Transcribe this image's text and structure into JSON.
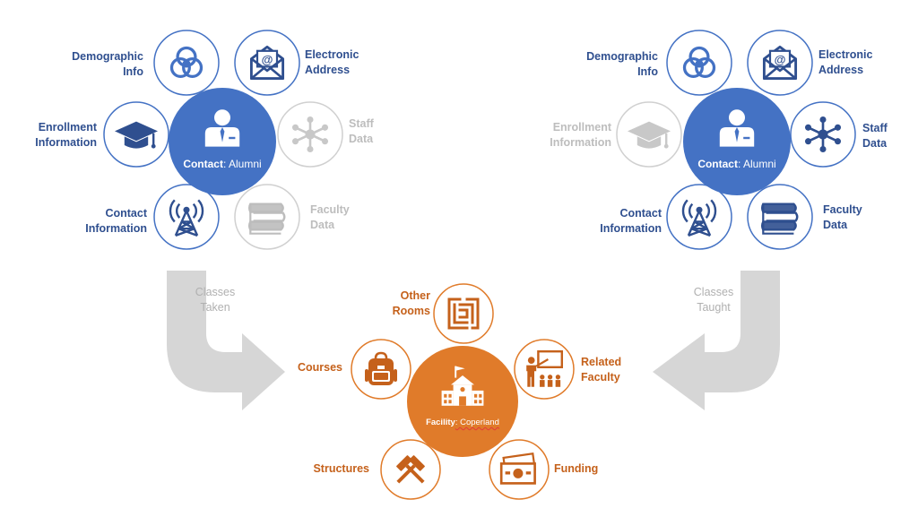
{
  "colors": {
    "blue": "#4472c4",
    "dark_blue": "#2f4f8f",
    "grey": "#bdbdbd",
    "orange": "#e07b2a",
    "dark_orange": "#c5611b",
    "arrow": "#d6d6d6"
  },
  "left_cluster": {
    "center_bold": "Contact",
    "center_rest": ": Alumni",
    "demographic": [
      "Demographic",
      "Info"
    ],
    "electronic": [
      "Electronic",
      "Address"
    ],
    "enrollment": [
      "Enrollment",
      "Information"
    ],
    "staff": [
      "Staff",
      "Data"
    ],
    "contact": [
      "Contact",
      "Information"
    ],
    "faculty": [
      "Faculty",
      "Data"
    ]
  },
  "right_cluster": {
    "center_bold": "Contact",
    "center_rest": ": Alumni",
    "demographic": [
      "Demographic",
      "Info"
    ],
    "electronic": [
      "Electronic",
      "Address"
    ],
    "enrollment": [
      "Enrollment",
      "Information"
    ],
    "staff": [
      "Staff",
      "Data"
    ],
    "contact": [
      "Contact",
      "Information"
    ],
    "faculty": [
      "Faculty",
      "Data"
    ]
  },
  "facility_cluster": {
    "center_bold": "Facility",
    "center_rest": ": Coperland",
    "other_rooms": [
      "Other",
      "Rooms"
    ],
    "courses": "Courses",
    "related_faculty": [
      "Related",
      "Faculty"
    ],
    "structures": "Structures",
    "funding": "Funding"
  },
  "flows": {
    "left": [
      "Classes",
      "Taken"
    ],
    "right": [
      "Classes",
      "Taught"
    ]
  },
  "icons": [
    "venn-icon",
    "email-icon",
    "graduation-cap-icon",
    "network-icon",
    "user-icon",
    "antenna-tower-icon",
    "books-icon",
    "school-building-icon",
    "maze-icon",
    "backpack-icon",
    "teacher-icon",
    "hammers-icon",
    "money-icon"
  ]
}
